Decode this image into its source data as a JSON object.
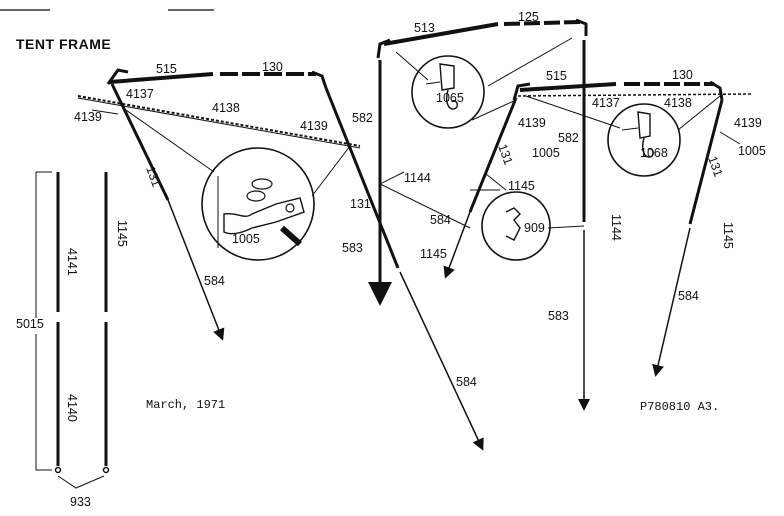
{
  "title": "TENT FRAME",
  "footer": {
    "date": "March, 1971",
    "code": "P780810 A3."
  },
  "parts": {
    "p515": "515",
    "p130": "130",
    "p513": "513",
    "p125": "125",
    "p4137": "4137",
    "p4138": "4138",
    "p4139": "4139",
    "p131": "131",
    "p1145": "1145",
    "p4141": "4141",
    "p4140": "4140",
    "p5015": "5015",
    "p933": "933",
    "p584": "584",
    "p583": "583",
    "p582": "582",
    "p1144": "1144",
    "p1005": "1005",
    "p1065": "1065",
    "p1068": "1068",
    "p909": "909"
  }
}
